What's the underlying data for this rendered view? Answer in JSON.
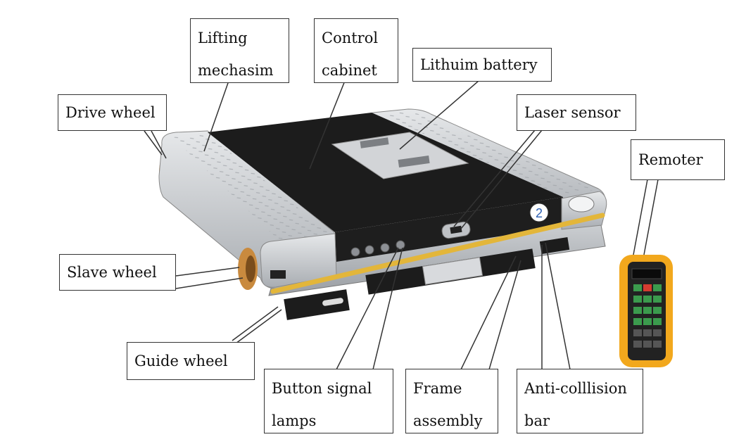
{
  "labels": {
    "lifting_mechanism": [
      "Lifting",
      "mechasim"
    ],
    "control_cabinet": [
      "Control",
      "cabinet"
    ],
    "lithium_battery": "Lithuim battery",
    "drive_wheel": "Drive wheel",
    "laser_sensor": "Laser sensor",
    "remoter": "Remoter",
    "slave_wheel": "Slave wheel",
    "guide_wheel": "Guide wheel",
    "button_signal_lamps": [
      "Button signal",
      "lamps"
    ],
    "frame_assembly": [
      "Frame",
      "assembly"
    ],
    "anti_collision_bar": [
      "Anti-colllision",
      "bar"
    ]
  },
  "vehicle_number": "2",
  "colors": {
    "body_dark": "#1c1c1c",
    "silver": "#c9ccd0",
    "bumper_yellow": "#e3b63a",
    "remote_yellow": "#f2a81d",
    "wheel_orange": "#c98a3e"
  }
}
